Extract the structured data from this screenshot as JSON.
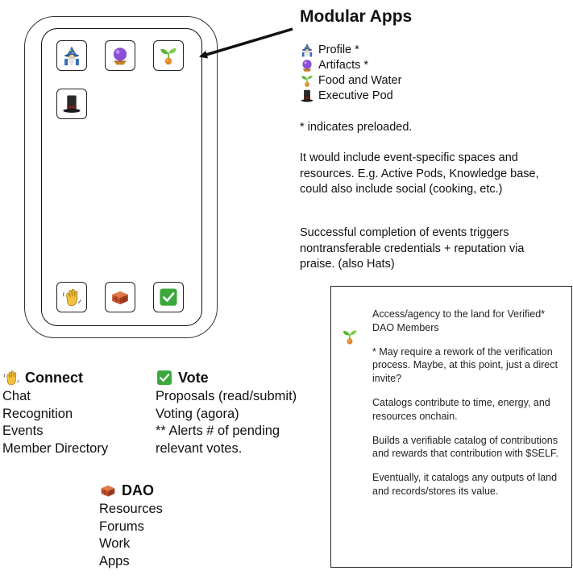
{
  "title": "Modular Apps",
  "legend": [
    {
      "icon": "wizard-icon",
      "label": "Profile *"
    },
    {
      "icon": "crystal-ball-icon",
      "label": "Artifacts *"
    },
    {
      "icon": "seedling-icon",
      "label": "Food and Water"
    },
    {
      "icon": "top-hat-icon",
      "label": "Executive Pod"
    }
  ],
  "notes": [
    "* indicates preloaded.",
    "It would include event-specific spaces and resources. E.g. Active Pods, Knowledge base, could also include social (cooking, etc.)",
    "Successful completion of events triggers nontransferable credentials + reputation via praise. (also Hats)"
  ],
  "sections": {
    "connect": {
      "title": "Connect",
      "items": [
        "Chat",
        "Recognition",
        "Events",
        "Member Directory"
      ]
    },
    "vote": {
      "title": "Vote",
      "items": [
        "Proposals (read/submit)",
        "Voting (agora)",
        "** Alerts # of pending",
        "relevant votes."
      ]
    },
    "dao": {
      "title": "DAO",
      "items": [
        "Resources",
        "Forums",
        "Work",
        "Apps"
      ]
    }
  },
  "info_box": {
    "paragraphs": [
      "Access/agency to the land for Verified* DAO Members",
      "* May require a rework of the verification process.  Maybe, at this point, just a direct invite?",
      "Catalogs contribute to time, energy, and resources onchain.",
      "Builds a verifiable catalog of contributions and rewards that contribution with $SELF.",
      "Eventually, it catalogs any outputs of land and records/stores its value."
    ]
  },
  "colors": {
    "seedling_green": "#5bb534",
    "seed_orange": "#e08a2a",
    "crystal_purple": "#8a4fd6",
    "check_green": "#3aa83a",
    "brick_orange": "#c8502a",
    "wizard_blue": "#3b6fb5"
  }
}
